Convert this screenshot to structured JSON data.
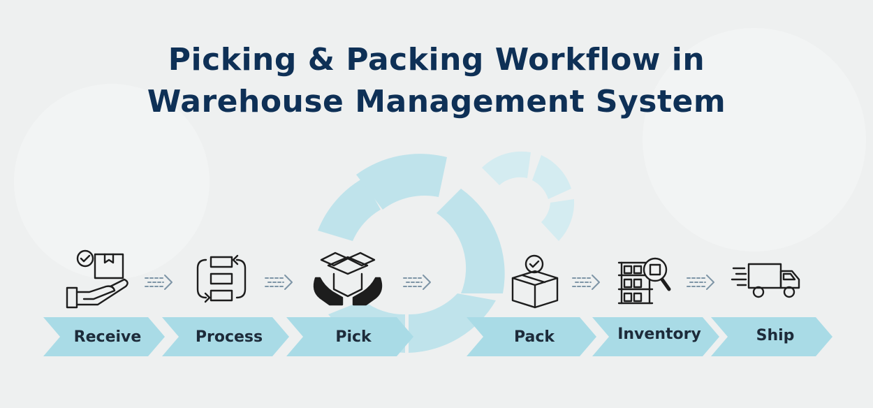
{
  "title": {
    "line1": "Picking & Packing Workflow in",
    "line2": "Warehouse Management System"
  },
  "colors": {
    "title": "#0e3056",
    "arrow_fill": "#a9dbe6",
    "circle_fill": "#bfe3eb",
    "icon_stroke": "#1d1d1d",
    "label_text": "#1d2b3a"
  },
  "steps": [
    {
      "label": "Receive",
      "icon": "hand-box-check-icon"
    },
    {
      "label": "Process",
      "icon": "process-flow-icon"
    },
    {
      "label": "Pick",
      "icon": "hands-open-box-icon"
    },
    {
      "label": "Pack",
      "icon": "box-check-icon"
    },
    {
      "label": "Inventory",
      "icon": "shelves-magnifier-icon"
    },
    {
      "label": "Ship",
      "icon": "delivery-truck-icon"
    }
  ]
}
